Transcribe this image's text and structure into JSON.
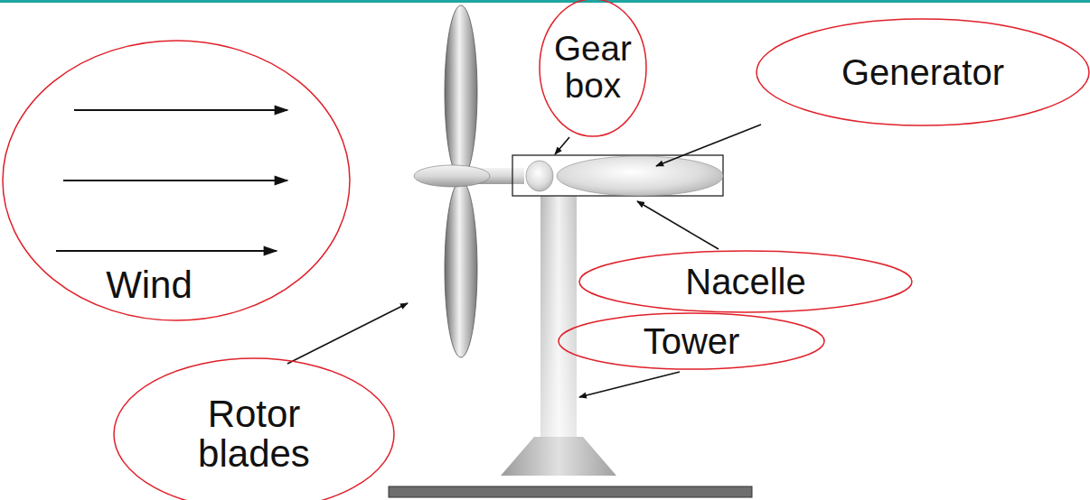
{
  "diagram": {
    "nodes": [
      {
        "text": [
          "Gear box"
        ]
      },
      {
        "text": [
          "Generator"
        ]
      },
      {
        "text": [
          "Wind"
        ]
      },
      {
        "text": [
          "Nacelle"
        ]
      },
      {
        "text": [
          "Tower"
        ]
      },
      {
        "text": [
          "Rotor blades"
        ]
      }
    ]
  }
}
